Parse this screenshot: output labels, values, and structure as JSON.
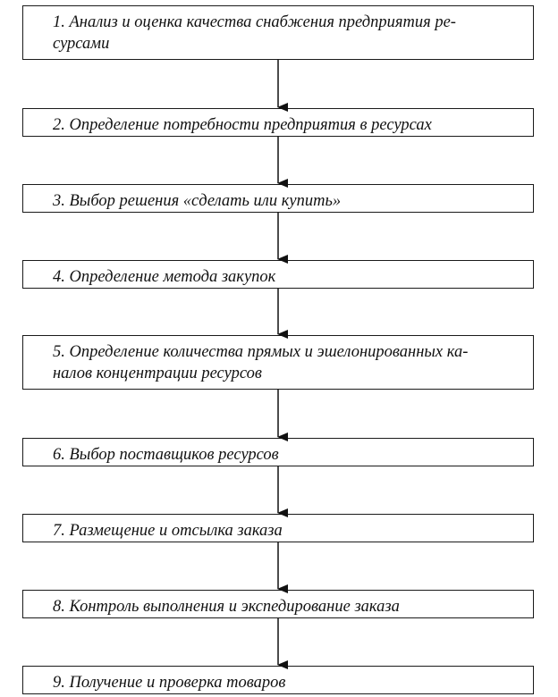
{
  "steps": [
    {
      "label": "1.  Анализ и оценка качества снабжения предприятия ре-\nсурсами"
    },
    {
      "label": "2.  Определение потребности предприятия в ресурсах"
    },
    {
      "label": "3.  Выбор решения «сделать или купить»"
    },
    {
      "label": "4.  Определение метода закупок"
    },
    {
      "label": "5.  Определение количества прямых и эшелонированных ка-\nналов концентрации ресурсов"
    },
    {
      "label": "6.  Выбор поставщиков ресурсов"
    },
    {
      "label": "7.  Размещение и отсылка заказа"
    },
    {
      "label": "8.  Контроль выполнения и экспедирование заказа"
    },
    {
      "label": "9.  Получение и проверка товаров"
    }
  ]
}
